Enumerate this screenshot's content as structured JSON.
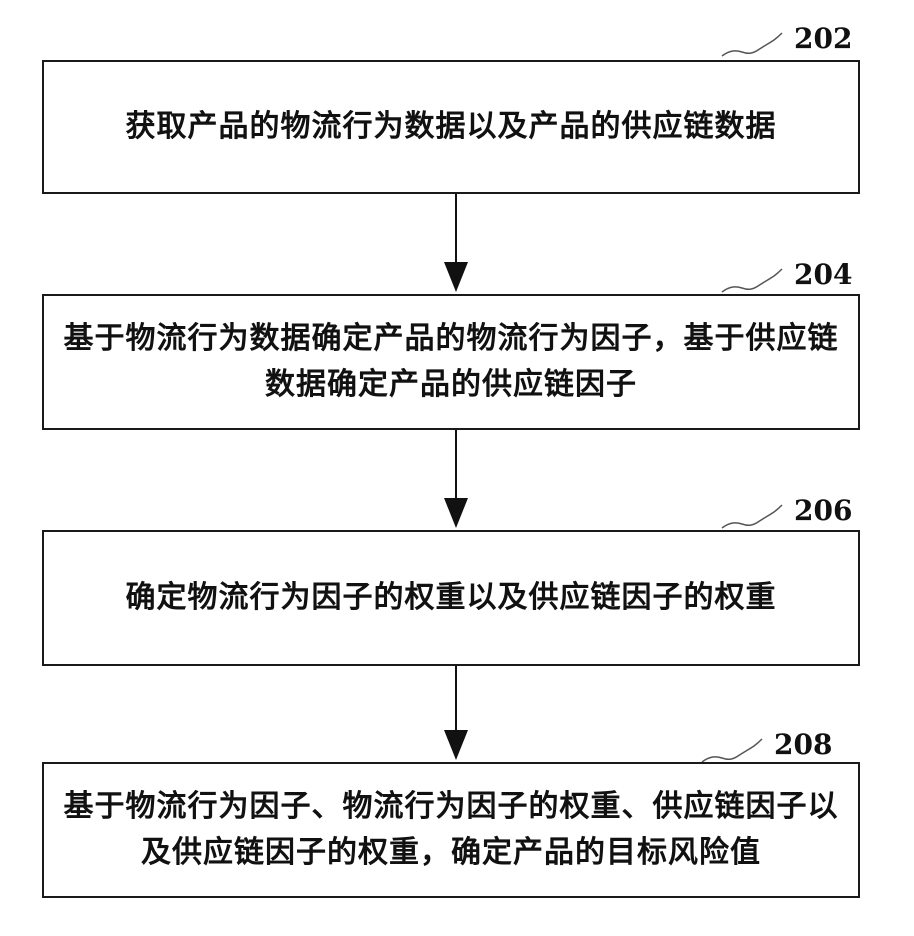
{
  "steps": [
    {
      "number": "202",
      "text": "获取产品的物流行为数据以及产品的供应链数据"
    },
    {
      "number": "204",
      "text": "基于物流行为数据确定产品的物流行为因子，基于供应链数据确定产品的供应链因子"
    },
    {
      "number": "206",
      "text": "确定物流行为因子的权重以及供应链因子的权重"
    },
    {
      "number": "208",
      "text": "基于物流行为因子、物流行为因子的权重、供应链因子以及供应链因子的权重，确定产品的目标风险值"
    }
  ]
}
